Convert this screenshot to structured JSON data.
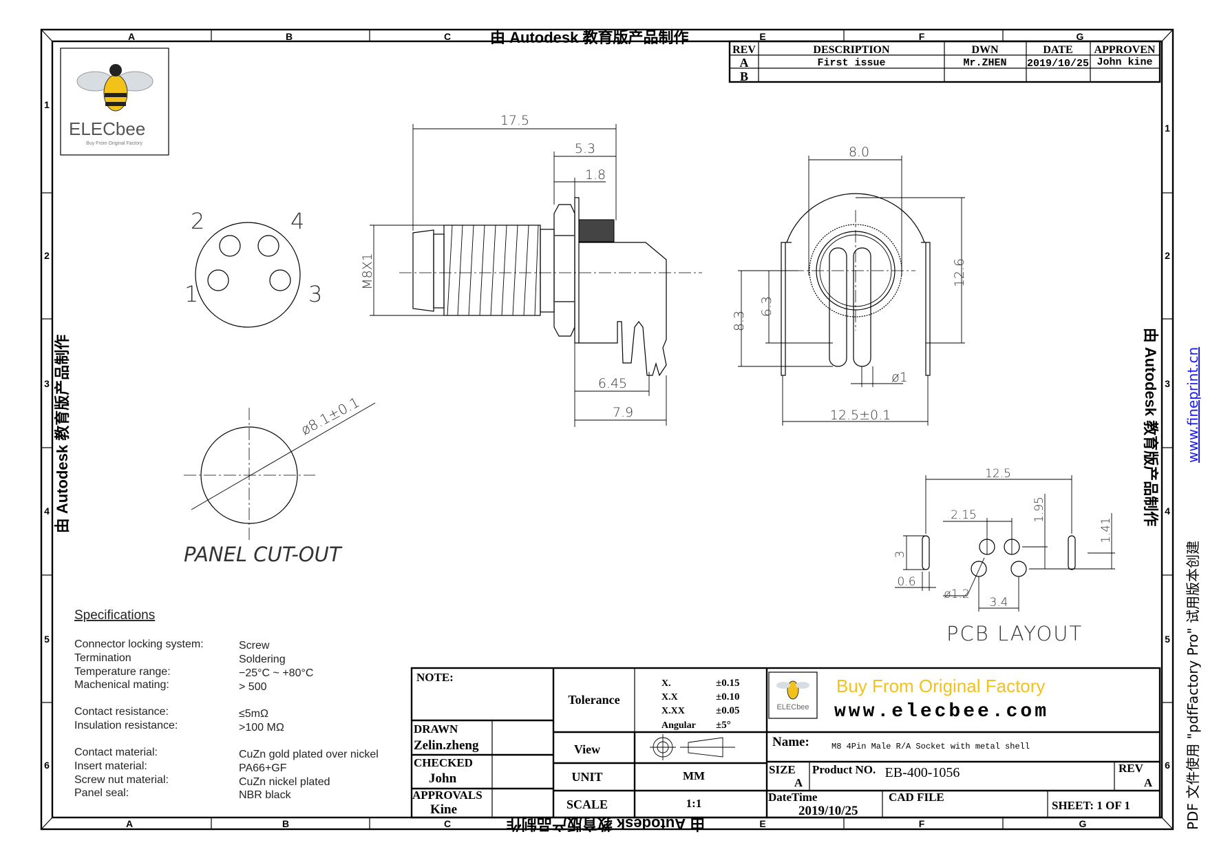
{
  "watermark": {
    "autodesk": "由 Autodesk 教育版产品制作",
    "fineprint_link": "www.fineprint.cn",
    "pdffactory": "PDF 文件使用 \"pdfFactory Pro\" 试用版本创建",
    "link_color": "#1a1aff"
  },
  "grid": {
    "columns": [
      "A",
      "B",
      "C",
      "E",
      "F",
      "G"
    ],
    "rows": [
      "1",
      "2",
      "3",
      "4",
      "5",
      "6"
    ]
  },
  "logo": {
    "brand": "ELECbee",
    "tagline": "Buy From Original Factory",
    "accent": "#f2c21b"
  },
  "revision_table": {
    "headers": [
      "REV",
      "DESCRIPTION",
      "DWN",
      "DATE",
      "APPROVEN"
    ],
    "rows": [
      [
        "A",
        "First issue",
        "Mr.ZHEN",
        "2019/10/25",
        "John kine"
      ],
      [
        "B",
        "",
        "",
        "",
        ""
      ]
    ]
  },
  "pin_face": {
    "pins": [
      "1",
      "2",
      "3",
      "4"
    ]
  },
  "side_view": {
    "dims": {
      "overall": "17.5",
      "rear": "5.3",
      "flange": "1.8",
      "thread": "M8X1",
      "pin": "6.45",
      "body": "7.9"
    }
  },
  "front_view": {
    "dims": {
      "width": "8.0",
      "height": "12.6",
      "h1": "8.3",
      "h2": "6.3",
      "pin_dia": "ø1",
      "tabs": "12.5±0.1"
    }
  },
  "panel_cutout": {
    "title": "PANEL CUT-OUT",
    "dia": "ø8.1±0.1"
  },
  "pcb_layout": {
    "title": "PCB LAYOUT",
    "dims": {
      "span": "12.5",
      "pitch_x": "2.15",
      "dy1": "1.95",
      "dy2": "1.41",
      "slot_len": "3",
      "slot_w": "0.6",
      "hole": "ø1.2",
      "pitch_x2": "3.4"
    }
  },
  "specifications": {
    "title": "Specifications",
    "items": [
      {
        "label": "Connector locking system:",
        "value": "Screw"
      },
      {
        "label": "Termination",
        "value": "Soldering"
      },
      {
        "label": "Temperature range:",
        "value": "−25°C ~ +80°C"
      },
      {
        "label": "Machenical mating:",
        "value": "> 500"
      },
      {
        "label": "Contact resistance:",
        "value": "≤5mΩ"
      },
      {
        "label": "Insulation resistance:",
        "value": ">100 MΩ"
      },
      {
        "label": "Contact material:",
        "value": "CuZn gold plated over nickel"
      },
      {
        "label": "Insert material:",
        "value": "PA66+GF"
      },
      {
        "label": "Screw nut material:",
        "value": "CuZn nickel plated"
      },
      {
        "label": "Panel seal:",
        "value": "NBR black"
      }
    ]
  },
  "title_block": {
    "note": "NOTE:",
    "drawn_label": "DRAWN",
    "drawn": "Zelin.zheng",
    "checked_label": "CHECKED",
    "checked": "John",
    "approvals_label": "APPROVALS",
    "approvals": "Kine",
    "tolerance_label": "Tolerance",
    "tolerances": [
      [
        "X.",
        "±0.15"
      ],
      [
        "X.X",
        "±0.10"
      ],
      [
        "X.XX",
        "±0.05"
      ],
      [
        "Angular",
        "±5°"
      ]
    ],
    "view_label": "View",
    "unit_label": "UNIT",
    "unit": "MM",
    "scale_label": "SCALE",
    "scale": "1:1",
    "slogan": "Buy From Original  Factory",
    "website": "www.elecbee.com",
    "name_label": "Name:",
    "name": "M8 4Pin Male R/A Socket with metal shell",
    "size_label": "SIZE",
    "size": "A",
    "product_label": "Product NO.",
    "product": "EB-400-1056",
    "rev_label": "REV",
    "rev": "A",
    "datetime_label": "DateTime",
    "datetime": "2019/10/25",
    "cad_label": "CAD FILE",
    "sheet": "SHEET:  1 OF 1"
  }
}
